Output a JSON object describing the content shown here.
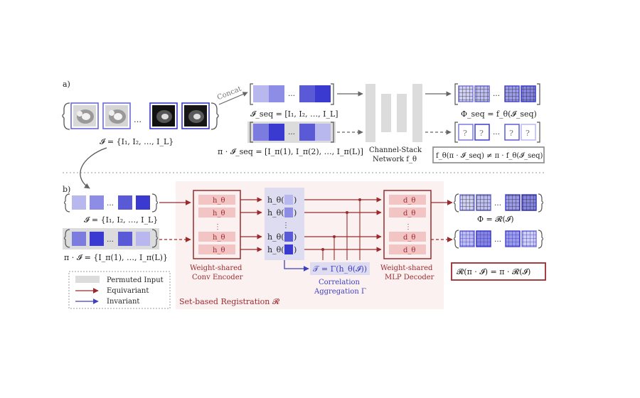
{
  "panel_a": {
    "tag": "a)",
    "concat_label": "Concat",
    "set_label": "𝓘 = {I₁, I₂, …, I_L}",
    "seq_label": "𝓘_seq = [I₁, I₂, …, I_L]",
    "perm_seq_label": "π · 𝓘_seq = [I_π(1), I_π(2), …, I_π(L)]",
    "network_label_1": "Channel-Stack",
    "network_label_2": "Network f_θ",
    "phi_seq_label": "Φ_seq = f_θ(𝓘_seq)",
    "not_equivariant_label": "f_θ(π · 𝓘_seq) ≠ π · f_θ(𝓘_seq)",
    "unknown_symbol": "?"
  },
  "panel_b": {
    "tag": "b)",
    "set_label": "𝓘 = {I₁, I₂, …, I_L}",
    "perm_set_label": "π · 𝓘 = {I_π(1), …, I_π(L)}",
    "encoder_cell": "h_θ",
    "encoder_label_1": "Weight-shared",
    "encoder_label_2": "Conv Encoder",
    "feature_label": "h_θ(",
    "feature_close": ")",
    "correlation_formula": "𝒯 = Γ(h_θ(𝓘))",
    "correlation_label_1": "Correlation",
    "correlation_label_2": "Aggregation Γ",
    "decoder_cell": "d_θ",
    "decoder_label_1": "Weight-shared",
    "decoder_label_2": "MLP Decoder",
    "phi_label": "Φ = 𝓡(𝓘)",
    "equivariant_label": "𝓡(π · 𝓘) = π · 𝓡(𝓘)",
    "region_label": "Set-based Registration 𝓡",
    "dots": "⋮",
    "hdots": "…"
  },
  "legend": {
    "permuted": "Permuted Input",
    "equivariant": "Equivariant",
    "invariant": "Invariant"
  },
  "colors": {
    "red": "#9b2a2d",
    "blue": "#4040c0",
    "tile_light": "#b8b8ee",
    "tile_mid": "#7b7be0",
    "tile_dark": "#3a3ad0",
    "gray_fill": "#dcdcdc",
    "region_bg": "#fbf1f1",
    "cell_bg": "#f2c4c4"
  }
}
